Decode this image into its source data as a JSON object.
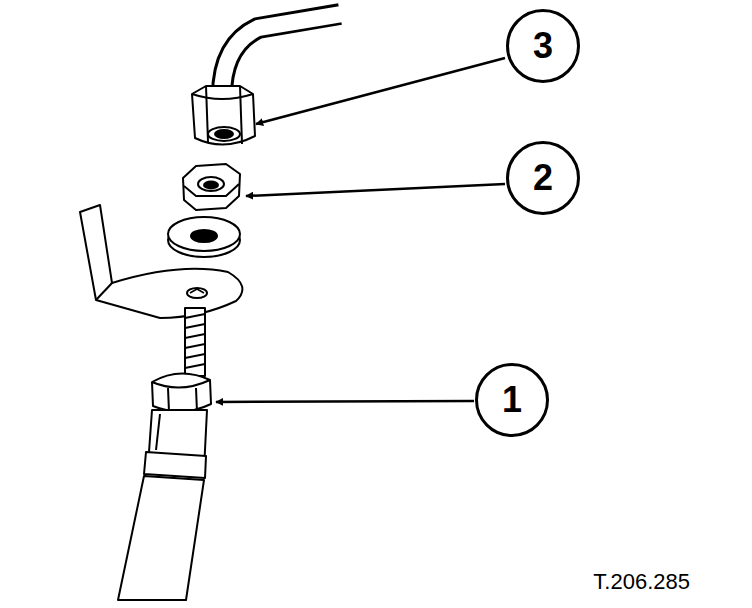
{
  "diagram": {
    "nodes": [
      {
        "text": [
          "3"
        ]
      },
      {
        "text": [
          "2"
        ]
      },
      {
        "text": [
          "1"
        ]
      }
    ],
    "labels": [
      "T.206.285"
    ]
  }
}
